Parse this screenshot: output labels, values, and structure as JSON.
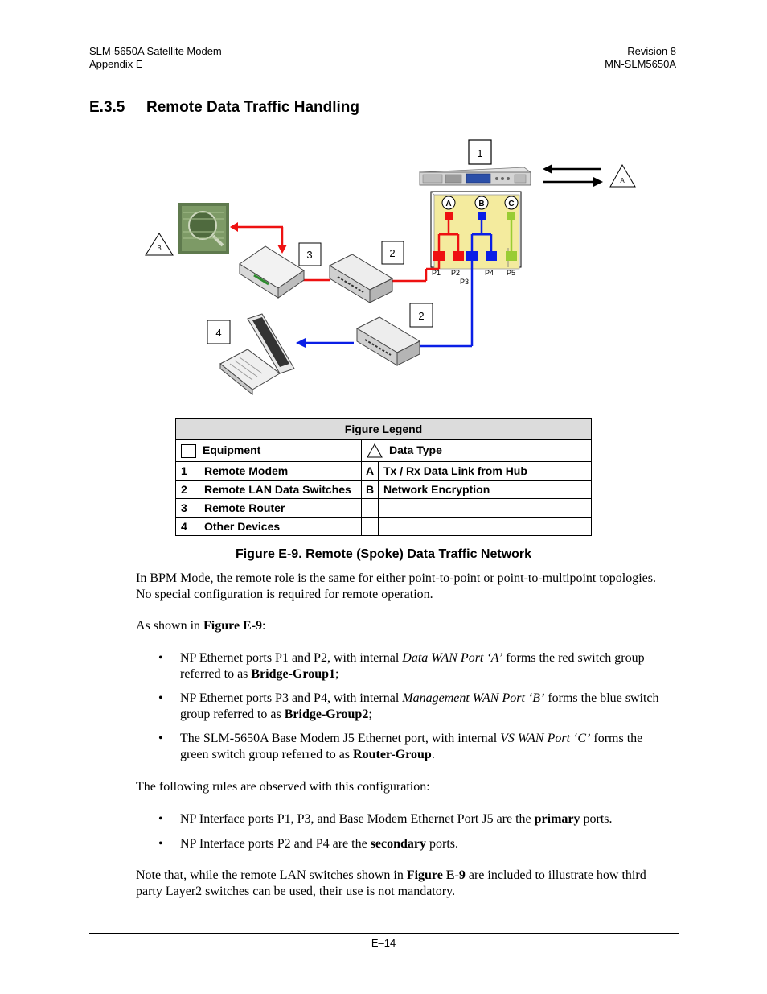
{
  "header": {
    "left_line1": "SLM-5650A Satellite Modem",
    "left_line2": "Appendix E",
    "right_line1": "Revision 8",
    "right_line2": "MN-SLM5650A"
  },
  "section": {
    "number": "E.3.5",
    "title": "Remote Data Traffic Handling"
  },
  "diagram": {
    "callouts": {
      "modem": "1",
      "switch_top": "2",
      "router": "3",
      "switch_bottom": "2",
      "laptop": "4"
    },
    "data_types": {
      "hub_link": "A",
      "encryption": "B"
    },
    "wan_ports": [
      "A",
      "B",
      "C"
    ],
    "ports": [
      "P1",
      "P2",
      "P3",
      "P4",
      "P5"
    ],
    "colors": {
      "red": "#ee1111",
      "blue": "#0a1fe6",
      "green": "#99cc33"
    }
  },
  "legend": {
    "title": "Figure Legend",
    "col_equipment": "Equipment",
    "col_datatype": "Data Type",
    "rows": [
      {
        "key": "1",
        "equipment": "Remote Modem",
        "dkey": "A",
        "datatype": "Tx / Rx Data Link from Hub"
      },
      {
        "key": "2",
        "equipment": "Remote LAN Data Switches",
        "dkey": "B",
        "datatype": "Network Encryption"
      },
      {
        "key": "3",
        "equipment": "Remote Router",
        "dkey": "",
        "datatype": ""
      },
      {
        "key": "4",
        "equipment": "Other Devices",
        "dkey": "",
        "datatype": ""
      }
    ]
  },
  "caption": "Figure E-9. Remote (Spoke) Data Traffic Network",
  "body": {
    "p1": "In BPM Mode, the remote role is the same for either point-to-point or point-to-multipoint topologies. No special configuration is required for remote operation.",
    "p2_a": "As shown in ",
    "p2_b": "Figure E-9",
    "p2_c": ":",
    "b1_a": "NP Ethernet ports P1 and P2, with internal ",
    "b1_i": "Data WAN Port ‘A’",
    "b1_b": " forms the red switch group referred to as ",
    "b1_bold": "Bridge-Group1",
    "b1_c": ";",
    "b2_a": "NP Ethernet ports P3 and P4, with internal ",
    "b2_i": "Management WAN Port ‘B’",
    "b2_b": " forms the blue switch group referred to as ",
    "b2_bold": "Bridge-Group2",
    "b2_c": ";",
    "b3_a": "The SLM-5650A Base Modem J5 Ethernet port, with internal ",
    "b3_i": "VS WAN Port ‘C’",
    "b3_b": " forms the green switch group referred to as ",
    "b3_bold": "Router-Group",
    "b3_c": ".",
    "p3": "The following rules are observed with this configuration:",
    "b4_a": "NP Interface ports P1, P3, and Base Modem Ethernet Port J5 are the ",
    "b4_bold": "primary",
    "b4_c": " ports.",
    "b5_a": "NP Interface ports P2 and P4 are the ",
    "b5_bold": "secondary",
    "b5_c": " ports.",
    "p4_a": "Note that, while the remote LAN switches shown in ",
    "p4_bold": "Figure E-9",
    "p4_c": " are included to illustrate how third party Layer2 switches can be used, their use is not mandatory."
  },
  "footer": {
    "page": "E–14"
  }
}
